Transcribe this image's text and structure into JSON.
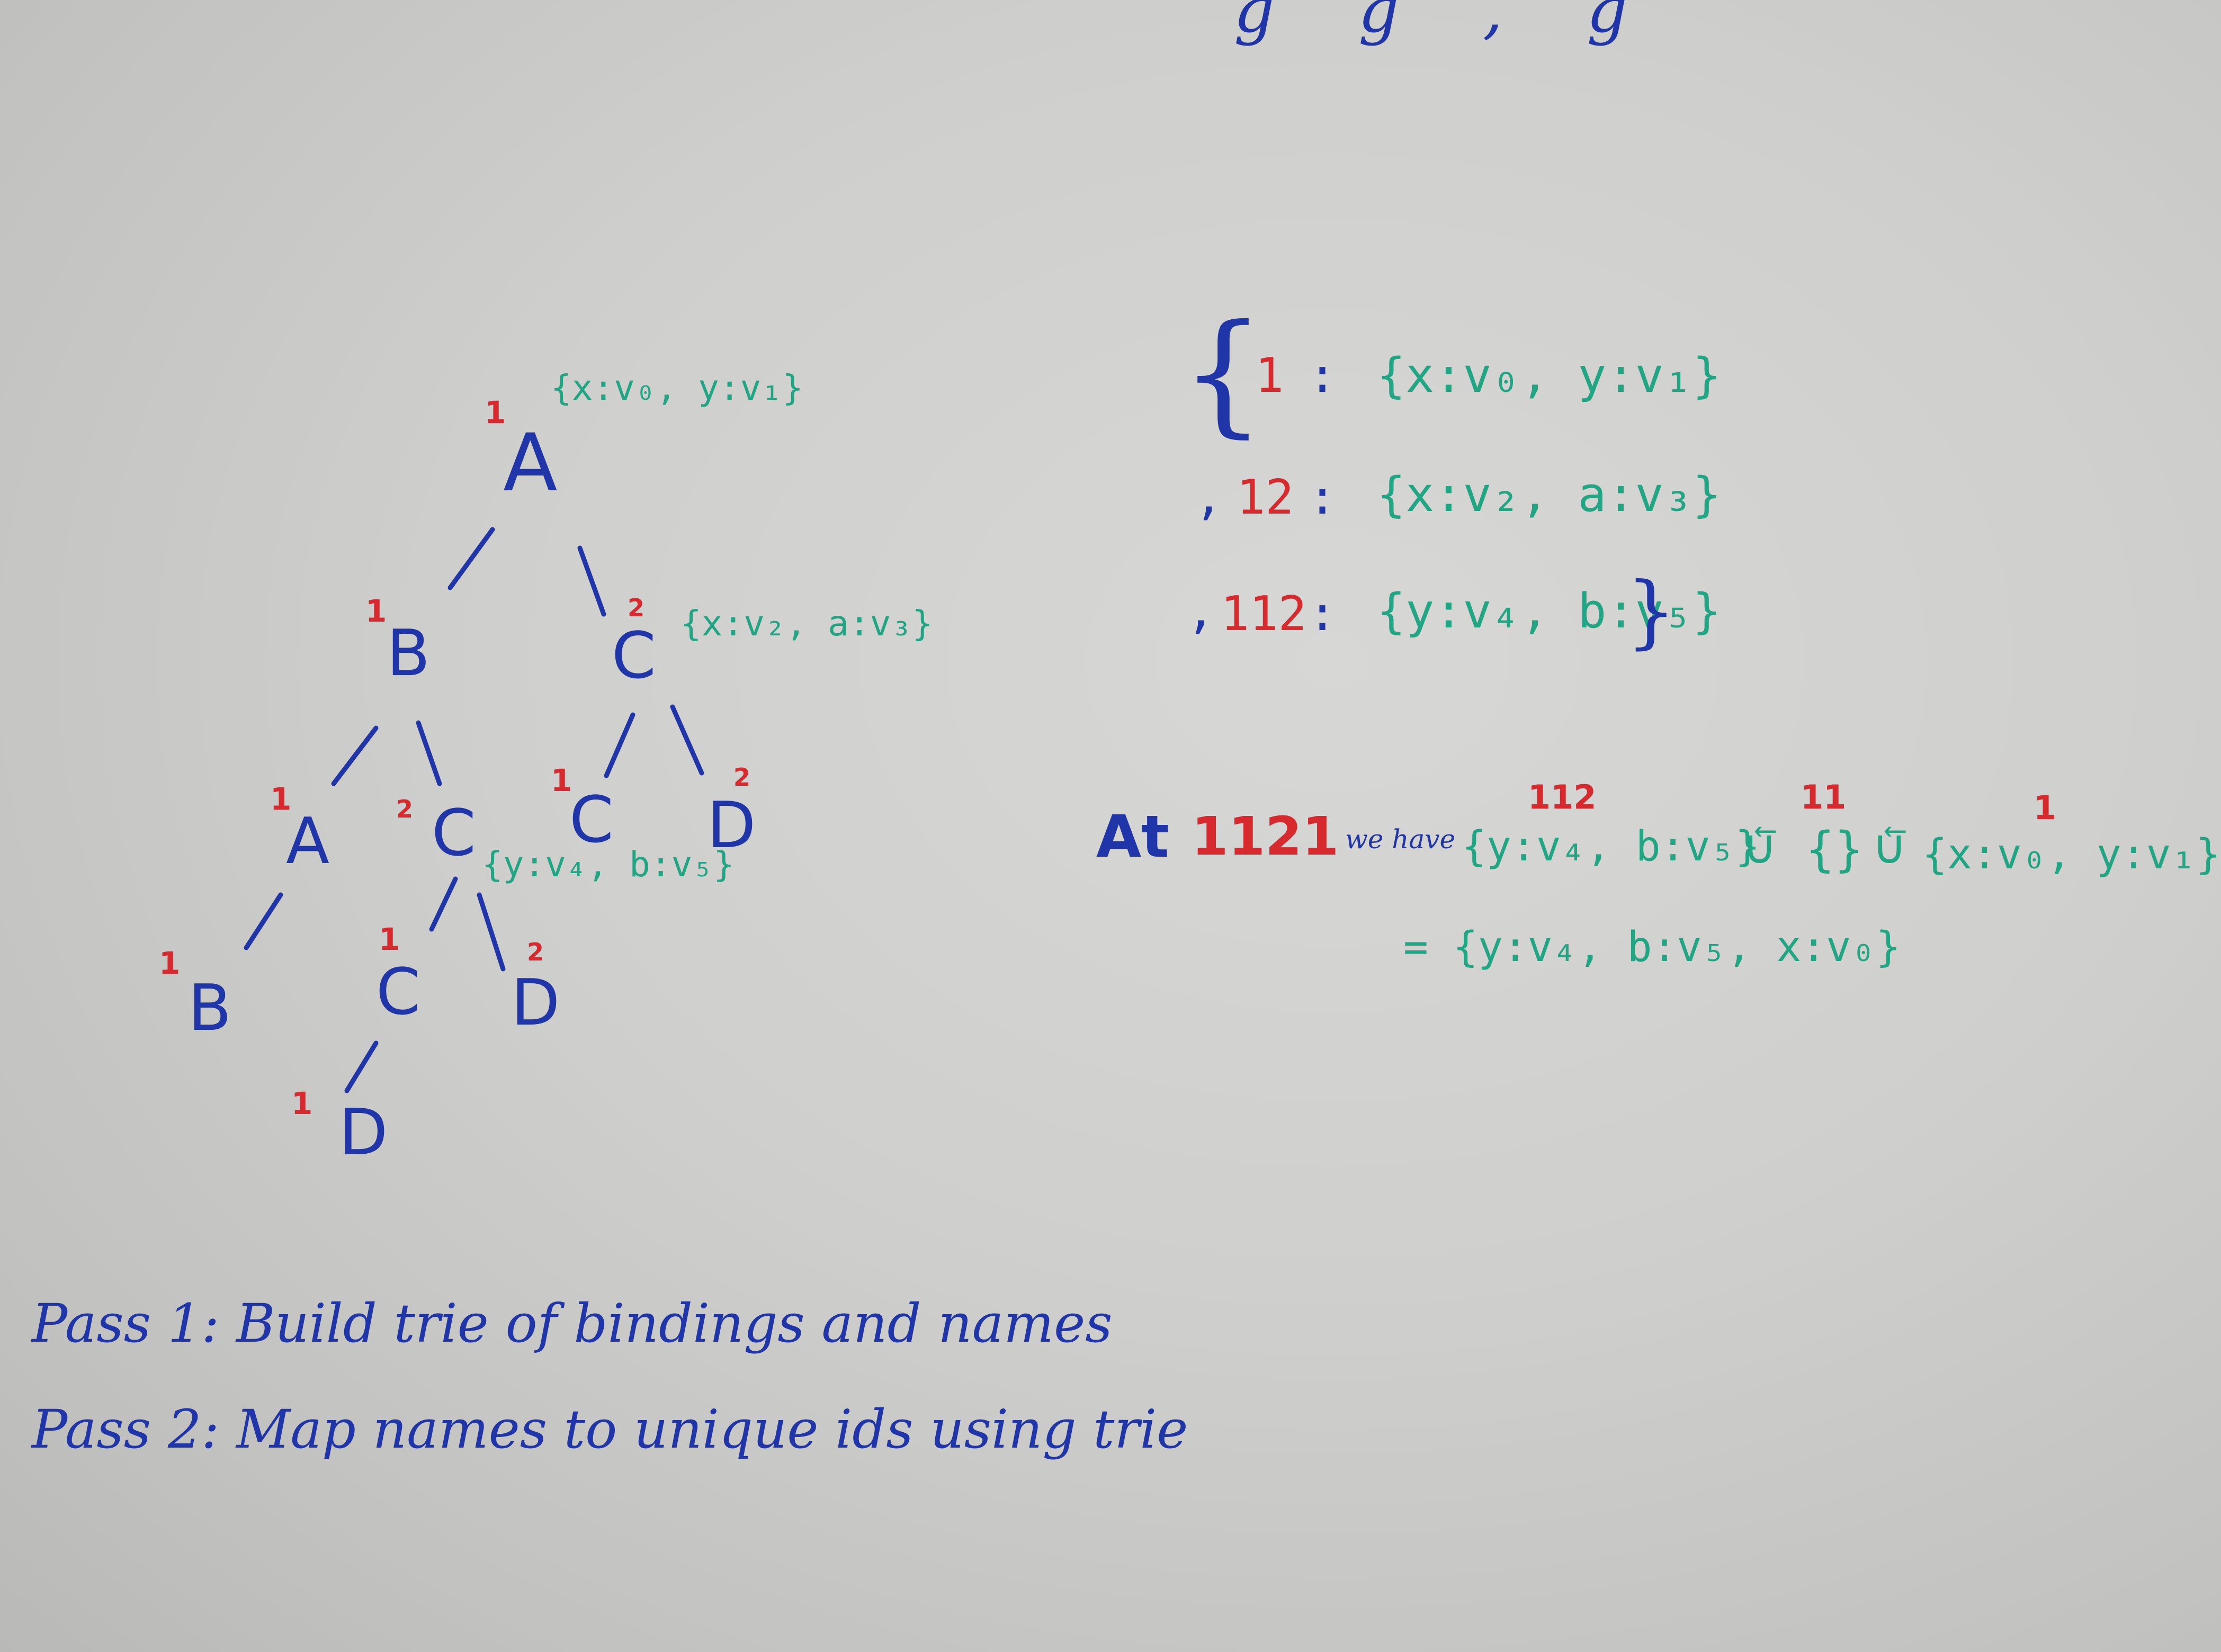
{
  "top_scribble": "g  g    ,  g",
  "tree": {
    "root": {
      "label": "A",
      "num": "1",
      "bindings": "{x:v₀, y:v₁}"
    },
    "b": {
      "label": "B",
      "num": "1"
    },
    "c": {
      "label": "C",
      "num": "2",
      "bindings": "{x:v₂, a:v₃}"
    },
    "ba": {
      "label": "A",
      "num": "1"
    },
    "bc": {
      "label": "C",
      "num": "2",
      "bindings": "{y:v₄, b:v₅}"
    },
    "cc": {
      "label": "C",
      "num": "1"
    },
    "cd": {
      "label": "D",
      "num": "2"
    },
    "bab": {
      "label": "B",
      "num": "1"
    },
    "bcc": {
      "label": "C",
      "num": "1"
    },
    "bcd": {
      "label": "D",
      "num": "2"
    },
    "bccd": {
      "label": "D",
      "num": "1"
    }
  },
  "map": {
    "open_brace": "{",
    "close_brace": "}",
    "rows": [
      {
        "prefix": "",
        "key": "1",
        "colon": ":",
        "value": "{x:v₀, y:v₁}"
      },
      {
        "prefix": ",",
        "key": "12",
        "colon": ":",
        "value": "{x:v₂, a:v₃}"
      },
      {
        "prefix": ",",
        "key": "112",
        "colon": ":",
        "value": "{y:v₄, b:v₅}"
      }
    ]
  },
  "example": {
    "at": "At",
    "id": "1121",
    "we_have": "we have",
    "term1_label": "112",
    "term1": "{y:v₄, b:v₅}",
    "op1": "∪⃖",
    "term2_label": "11",
    "term2": "{}",
    "op2": "∪⃖",
    "term3_label": "1",
    "term3": "{x:v₀, y:v₁}",
    "result": "= {y:v₄, b:v₅, x:v₀}"
  },
  "notes": {
    "pass1": "Pass 1: Build trie of bindings and names",
    "pass2": "Pass 2: Map names to unique ids using trie"
  }
}
